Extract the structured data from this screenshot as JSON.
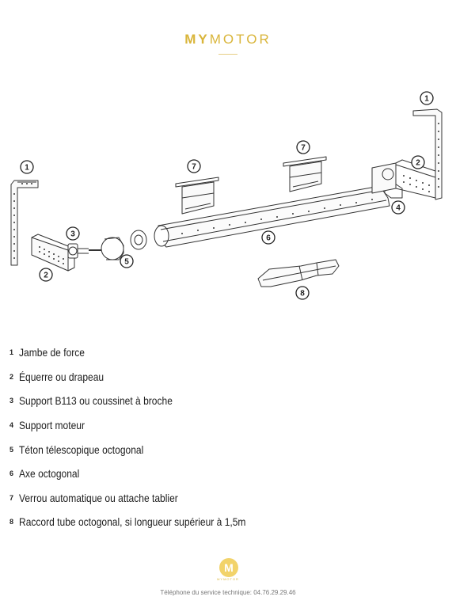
{
  "header": {
    "brand_bold": "MY",
    "brand_light": "MOTOR"
  },
  "diagram": {
    "callouts": [
      "1",
      "1",
      "2",
      "2",
      "3",
      "4",
      "5",
      "6",
      "7",
      "7",
      "8"
    ]
  },
  "legend": [
    {
      "num": "1",
      "text": "Jambe de force"
    },
    {
      "num": "2",
      "text": "Équerre ou drapeau"
    },
    {
      "num": "3",
      "text": " Support B113 ou coussinet à broche"
    },
    {
      "num": "4",
      "text": "Support moteur"
    },
    {
      "num": "5",
      "text": "Téton télescopique octogonal"
    },
    {
      "num": "6",
      "text": "Axe octogonal"
    },
    {
      "num": "7",
      "text": "Verrou automatique  ou attache tablier"
    },
    {
      "num": "8",
      "text": "Raccord tube octogonal, si longueur supérieur à 1,5m"
    }
  ],
  "footer": {
    "logo_letter": "M",
    "brand": "MYMOTOR",
    "phone_text": "Téléphone du service technique: 04.76.29.29.46"
  },
  "colors": {
    "accent": "#d9b53a",
    "line": "#333333",
    "callout_border": "#222222"
  }
}
